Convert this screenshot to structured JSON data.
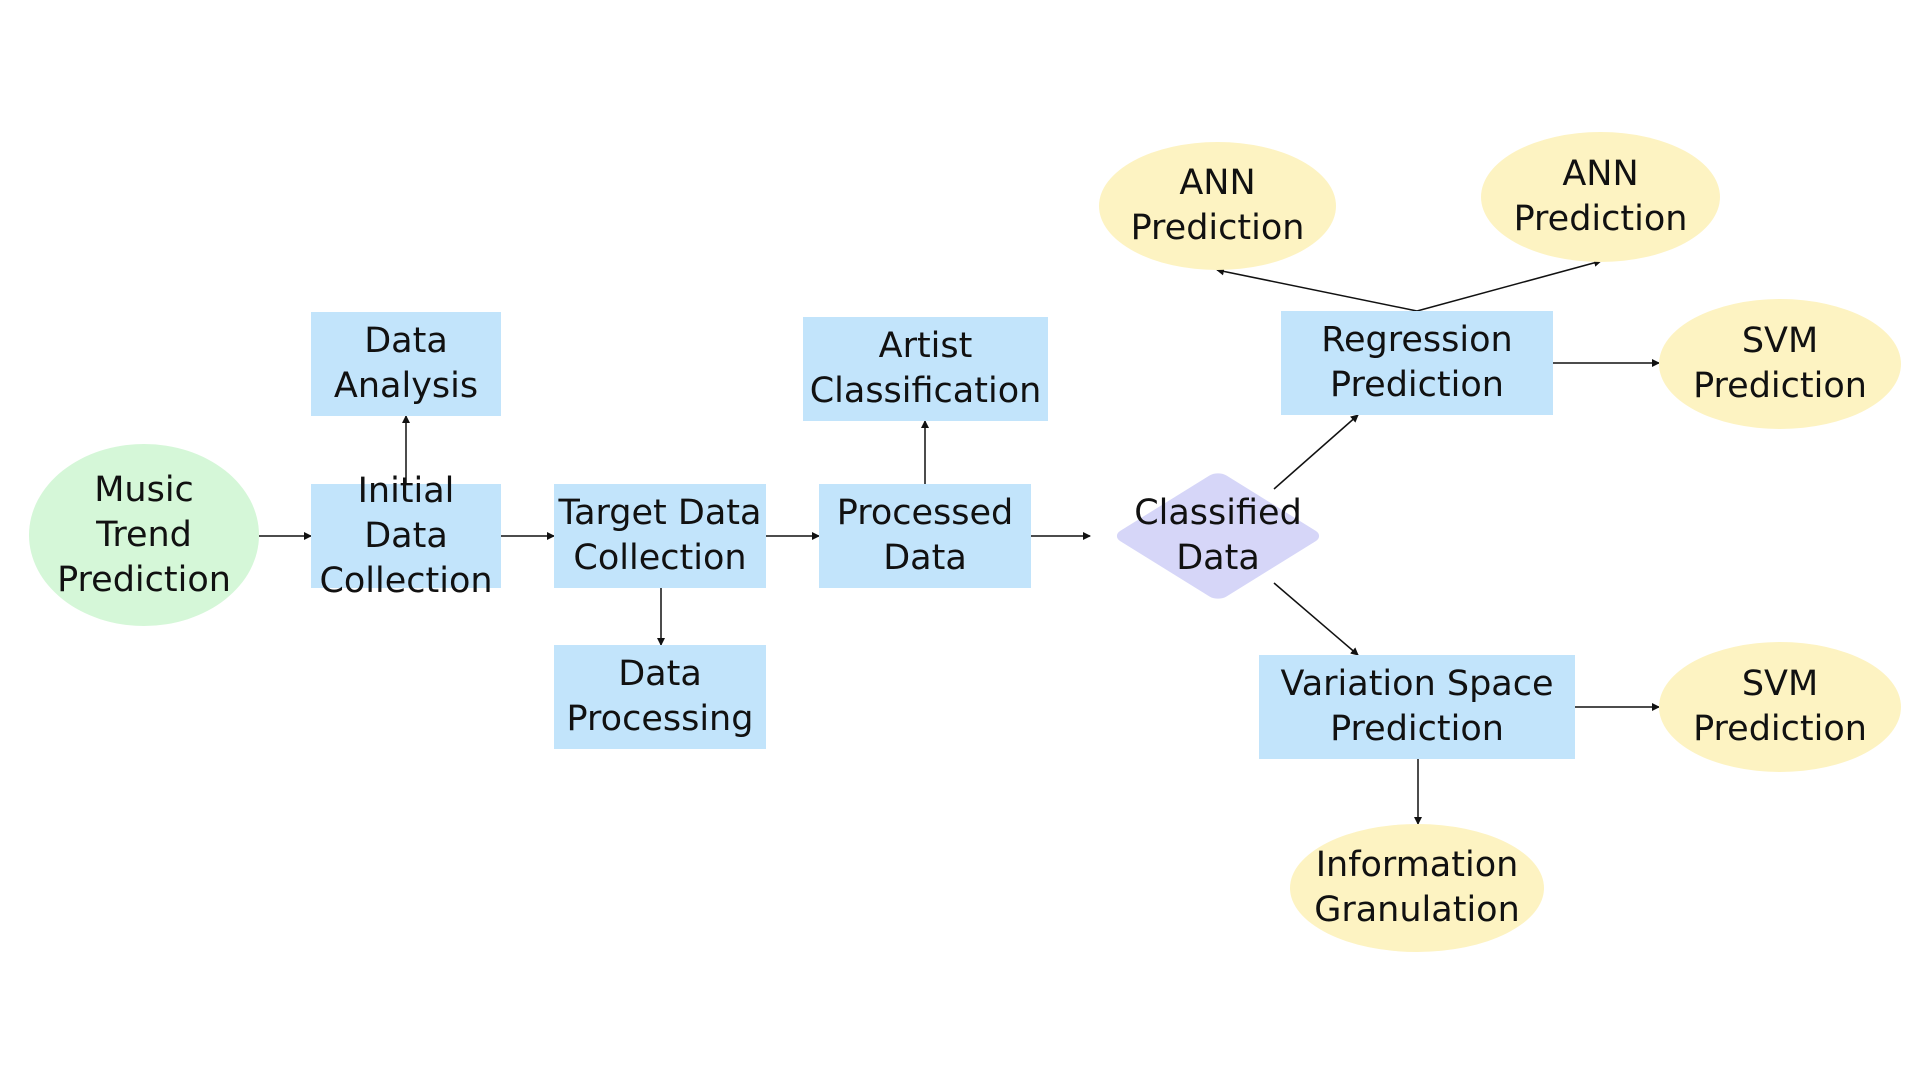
{
  "diagram": {
    "nodes": {
      "music_trend": "Music\nTrend\nPrediction",
      "initial_data_collection": "Initial Data\nCollection",
      "data_analysis": "Data\nAnalysis",
      "target_data_collection": "Target Data\nCollection",
      "data_processing": "Data\nProcessing",
      "processed_data": "Processed\nData",
      "artist_classification": "Artist\nClassification",
      "classified_data": "Classified\nData",
      "regression_prediction": "Regression\nPrediction",
      "variation_space_prediction": "Variation Space\nPrediction",
      "ann_prediction_left": "ANN\nPrediction",
      "ann_prediction_right": "ANN\nPrediction",
      "svm_prediction_top": "SVM\nPrediction",
      "svm_prediction_bottom": "SVM\nPrediction",
      "information_granulation": "Information\nGranulation"
    },
    "edges": [
      [
        "music_trend",
        "initial_data_collection"
      ],
      [
        "initial_data_collection",
        "data_analysis"
      ],
      [
        "initial_data_collection",
        "target_data_collection"
      ],
      [
        "target_data_collection",
        "data_processing"
      ],
      [
        "target_data_collection",
        "processed_data"
      ],
      [
        "processed_data",
        "artist_classification"
      ],
      [
        "processed_data",
        "classified_data"
      ],
      [
        "classified_data",
        "regression_prediction"
      ],
      [
        "classified_data",
        "variation_space_prediction"
      ],
      [
        "regression_prediction",
        "ann_prediction_left"
      ],
      [
        "regression_prediction",
        "ann_prediction_right"
      ],
      [
        "regression_prediction",
        "svm_prediction_top"
      ],
      [
        "variation_space_prediction",
        "svm_prediction_bottom"
      ],
      [
        "variation_space_prediction",
        "information_granulation"
      ]
    ],
    "colors": {
      "process_box": "#c2e4fb",
      "start_node": "#d5f7d8",
      "decision_node": "#d6d6f8",
      "output_node": "#fdf3c2",
      "arrow": "#111111"
    }
  }
}
